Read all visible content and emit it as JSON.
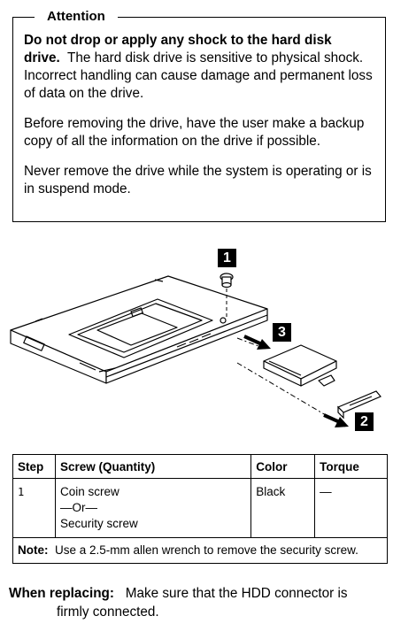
{
  "attention": {
    "legend": "Attention",
    "bold_lead": "Do not drop or apply any shock to the hard disk drive.",
    "para1_rest": "The hard disk drive is sensitive to physical shock.  Incorrect handling can cause damage and permanent loss of data on the drive.",
    "para2": "Before removing the drive, have the user make a backup copy of all the information on the drive if possible.",
    "para3": "Never remove the drive while the system is operating or is in suspend mode."
  },
  "figure": {
    "callouts": [
      "1",
      "2",
      "3"
    ]
  },
  "table": {
    "headers": [
      "Step",
      "Screw (Quantity)",
      "Color",
      "Torque"
    ],
    "row": {
      "step": "1",
      "screw_line1": "Coin screw",
      "screw_line2": "—Or—",
      "screw_line3": "Security screw",
      "color": "Black",
      "torque": "—"
    },
    "note_label": "Note:",
    "note_text": "Use a 2.5-mm allen wrench to remove the security screw."
  },
  "replacing": {
    "label": "When replacing:",
    "text_line1": "Make sure that the HDD connector is",
    "text_line2": "firmly connected."
  }
}
